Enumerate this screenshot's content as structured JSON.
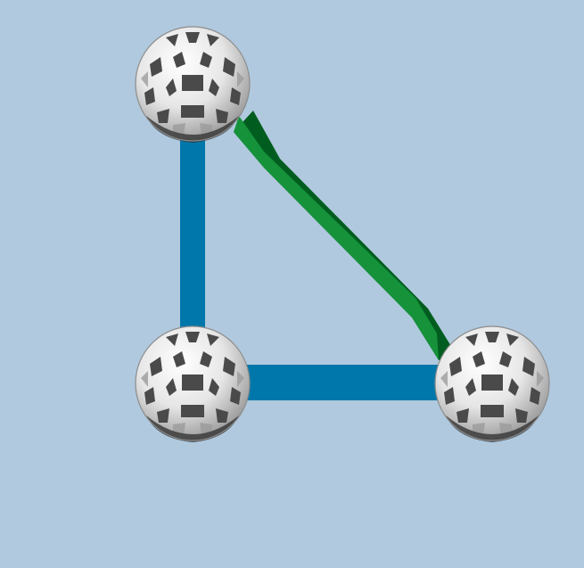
{
  "scene": {
    "background_color": "#b0c9de",
    "colors": {
      "blue_strut": "#0077aa",
      "blue_strut_edge": "#006395",
      "green_strut": "#15923a",
      "green_strut_shadow": "#005d1f",
      "node_light": "#ececec",
      "node_mid": "#c8c8c8",
      "node_dark": "#3c3c3c"
    },
    "nodes": [
      {
        "id": "top-left",
        "icon": "zometool-ball-icon"
      },
      {
        "id": "bottom-left",
        "icon": "zometool-ball-icon"
      },
      {
        "id": "bottom-right",
        "icon": "zometool-ball-icon"
      }
    ],
    "struts": [
      {
        "id": "vertical-blue",
        "color": "blue",
        "from": "top-left",
        "to": "bottom-left"
      },
      {
        "id": "horizontal-blue",
        "color": "blue",
        "from": "bottom-left",
        "to": "bottom-right"
      },
      {
        "id": "diagonal-green",
        "color": "green",
        "from": "top-left",
        "to": "bottom-right"
      }
    ]
  }
}
